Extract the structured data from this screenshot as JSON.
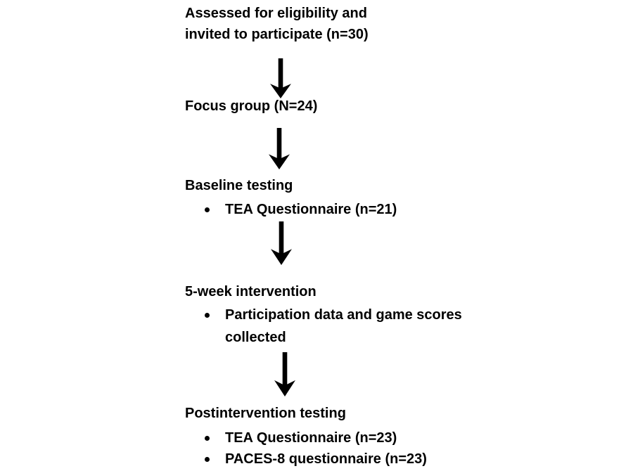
{
  "colors": {
    "background": "#ffffff",
    "text": "#000000",
    "arrow": "#000000"
  },
  "icons": {
    "down_arrow": "↓",
    "bullet": "•"
  },
  "flow": {
    "steps": [
      {
        "name": "eligibility",
        "lines": [
          "Assessed for eligibility and",
          "invited to participate (n=30)"
        ],
        "bullets": []
      },
      {
        "name": "focus-group",
        "lines": [
          "Focus group (N=24)"
        ],
        "bullets": []
      },
      {
        "name": "baseline-testing",
        "lines": [
          "Baseline testing"
        ],
        "bullets": [
          [
            "TEA Questionnaire (n=21)"
          ]
        ]
      },
      {
        "name": "intervention",
        "lines": [
          "5-week intervention"
        ],
        "bullets": [
          [
            "Participation data and game scores",
            "collected"
          ]
        ]
      },
      {
        "name": "postintervention-testing",
        "lines": [
          "Postintervention testing"
        ],
        "bullets": [
          [
            "TEA Questionnaire (n=23)"
          ],
          [
            "PACES-8 questionnaire (n=23)"
          ]
        ]
      }
    ]
  }
}
